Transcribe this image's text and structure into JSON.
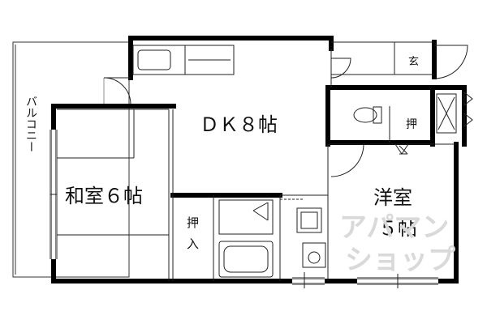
{
  "rooms": {
    "balcony": "バルコニー",
    "washitsu": "和室６帖",
    "dk": "ＤＫ８帖",
    "youshitsu_name": "洋室",
    "youshitsu_size": "５帖",
    "oshiire_main": "押",
    "oshiire_main_2": "入",
    "oshiire_small": "押",
    "genkan": "玄"
  },
  "watermark": {
    "line1": "アパマン",
    "line2": "ショップ"
  },
  "colors": {
    "wall": "#000000",
    "line": "#333333",
    "watermark": "#d9d9d9"
  }
}
